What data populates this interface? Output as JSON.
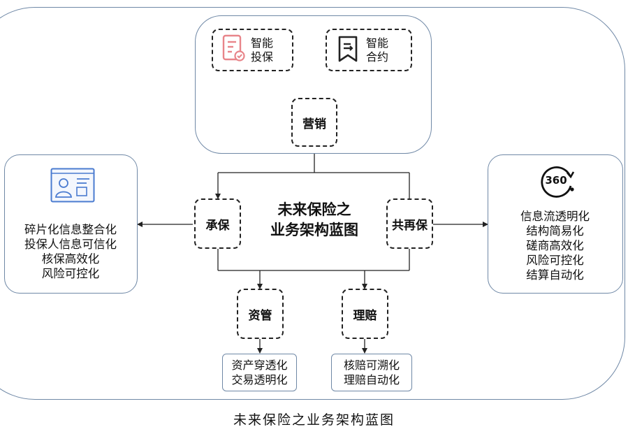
{
  "nodes": {
    "smart_insure": [
      "智能",
      "投保"
    ],
    "smart_contract": [
      "智能",
      "合约"
    ],
    "marketing": "营销",
    "underwriting": "承保",
    "reinsurance": "共再保",
    "asset": "资管",
    "claims": "理赔"
  },
  "center_title": [
    "未来保险之",
    "业务架构蓝图"
  ],
  "left_panel": {
    "items": [
      "碎片化信息整合化",
      "投保人信息可信化",
      "核保高效化",
      "风险可控化"
    ]
  },
  "right_panel": {
    "icon_text": "360",
    "items": [
      "信息流透明化",
      "结构简易化",
      "磋商高效化",
      "风险可控化",
      "结算自动化"
    ]
  },
  "asset_box": [
    "资产穿透化",
    "交易透明化"
  ],
  "claims_box": [
    "核赔可溯化",
    "理赔自动化"
  ],
  "caption": "未来保险之业务架构蓝图",
  "colors": {
    "panel_border": "#6f88a6",
    "icon_red": "#e8858a",
    "icon_blue": "#4a7bd0"
  }
}
